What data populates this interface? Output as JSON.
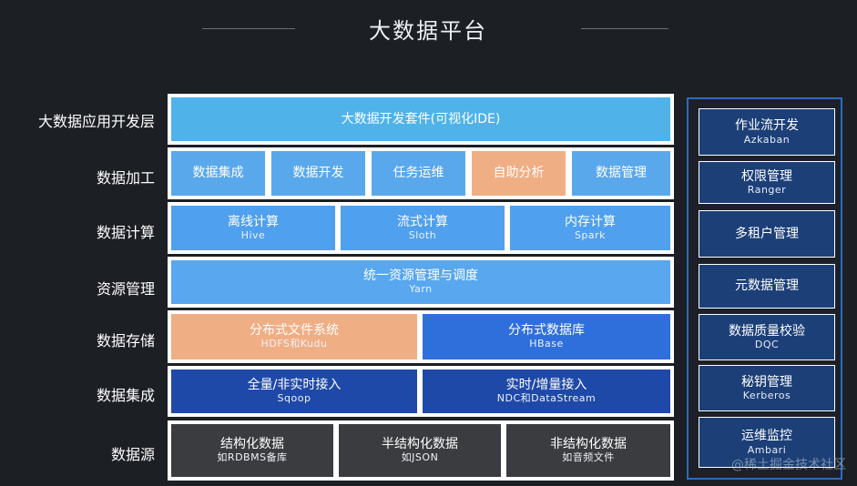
{
  "title": "大数据平台",
  "layers": [
    {
      "label": "大数据应用开发层",
      "cells": [
        {
          "text": "大数据开发套件(可视化IDE)",
          "sub": "",
          "color": "#4fb3ea"
        }
      ]
    },
    {
      "label": "数据加工",
      "cells": [
        {
          "text": "数据集成",
          "sub": "",
          "color": "#5aa8ec"
        },
        {
          "text": "数据开发",
          "sub": "",
          "color": "#5aa8ec"
        },
        {
          "text": "任务运维",
          "sub": "",
          "color": "#5aa8ec"
        },
        {
          "text": "自助分析",
          "sub": "",
          "color": "#f0ae84"
        },
        {
          "text": "数据管理",
          "sub": "",
          "color": "#5aa8ec"
        }
      ]
    },
    {
      "label": "数据计算",
      "cells": [
        {
          "text": "离线计算",
          "sub": "Hive",
          "color": "#4fa0ee"
        },
        {
          "text": "流式计算",
          "sub": "Sloth",
          "color": "#4fa0ee"
        },
        {
          "text": "内存计算",
          "sub": "Spark",
          "color": "#4fa0ee"
        }
      ]
    },
    {
      "label": "资源管理",
      "cells": [
        {
          "text": "统一资源管理与调度",
          "sub": "Yarn",
          "color": "#58a7ef"
        }
      ]
    },
    {
      "label": "数据存储",
      "cells": [
        {
          "text": "分布式文件系统",
          "sub": "HDFS和Kudu",
          "color": "#f0ae84"
        },
        {
          "text": "分布式数据库",
          "sub": "HBase",
          "color": "#2f6fdb"
        }
      ]
    },
    {
      "label": "数据集成",
      "cells": [
        {
          "text": "全量/非实时接入",
          "sub": "Sqoop",
          "color": "#1f49a8"
        },
        {
          "text": "实时/增量接入",
          "sub": "NDC和DataStream",
          "color": "#1f49a8"
        }
      ]
    },
    {
      "label": "数据源",
      "cells": [
        {
          "text": "结构化数据",
          "sub": "如RDBMS备库",
          "color": "#3a3c40"
        },
        {
          "text": "半结构化数据",
          "sub": "如JSON",
          "color": "#3a3c40"
        },
        {
          "text": "非结构化数据",
          "sub": "如音频文件",
          "color": "#3a3c40"
        }
      ]
    }
  ],
  "sidebar": [
    {
      "text": "作业流开发",
      "sub": "Azkaban"
    },
    {
      "text": "权限管理",
      "sub": "Ranger"
    },
    {
      "text": "多租户管理",
      "sub": ""
    },
    {
      "text": "元数据管理",
      "sub": ""
    },
    {
      "text": "数据质量校验",
      "sub": "DQC"
    },
    {
      "text": "秘钥管理",
      "sub": "Kerberos"
    },
    {
      "text": "运维监控",
      "sub": "Ambari"
    }
  ],
  "watermark": "@稀土掘金技术社区"
}
